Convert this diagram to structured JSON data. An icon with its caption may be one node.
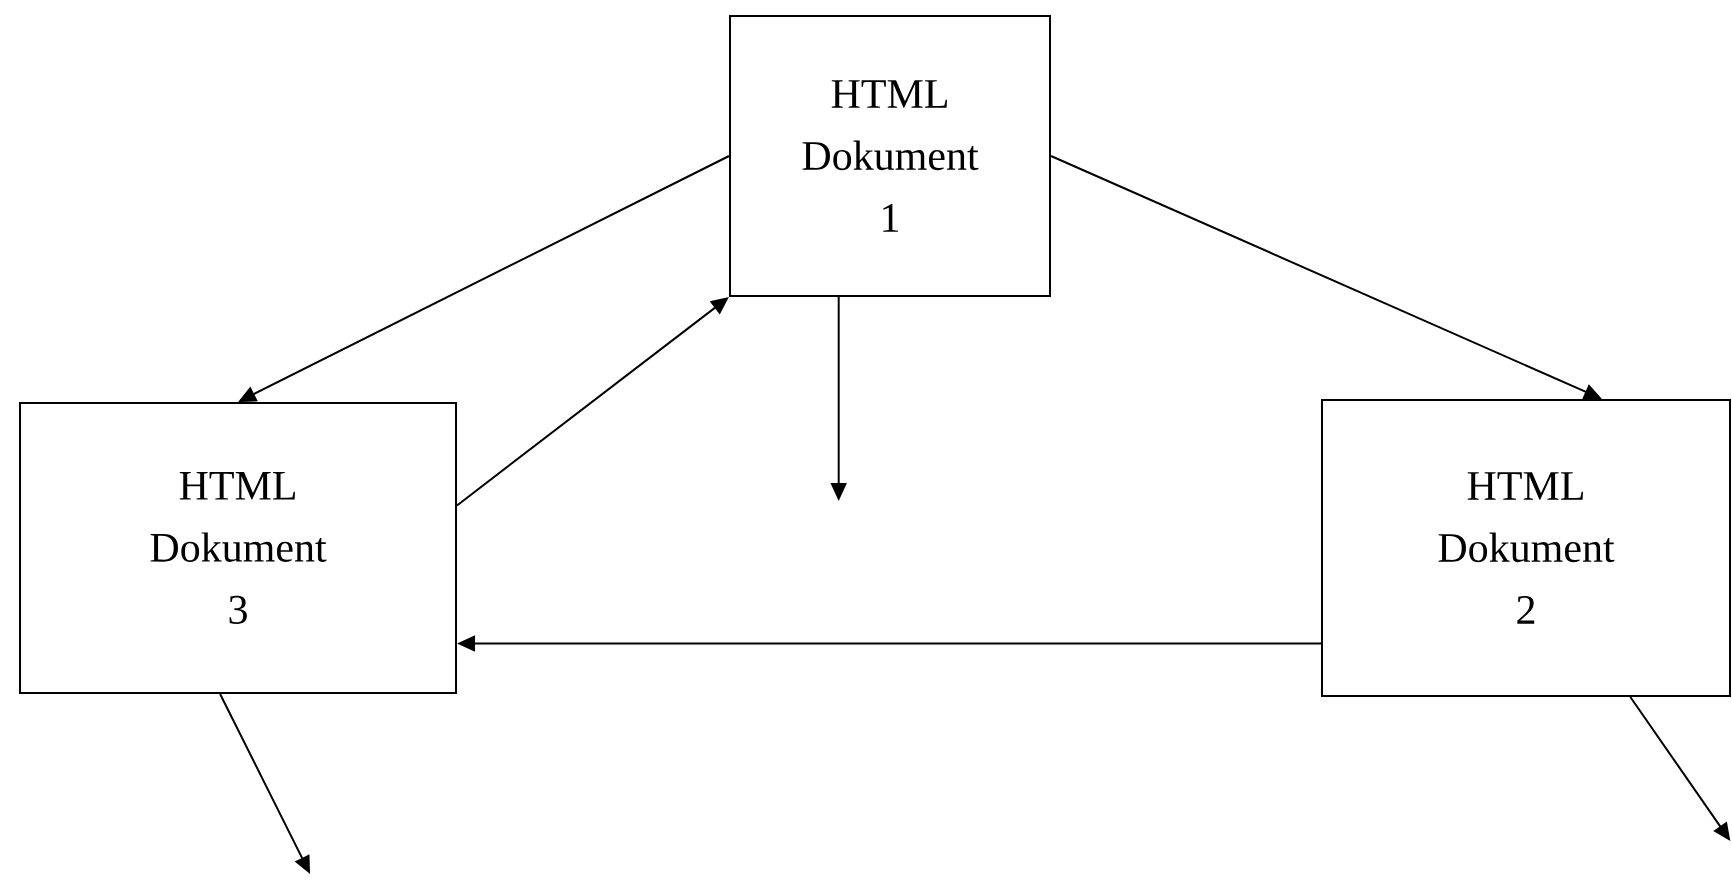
{
  "diagram": {
    "nodes": [
      {
        "text": [
          "HTML Dokument 1"
        ]
      },
      {
        "text": [
          "HTML Dokument 3"
        ]
      },
      {
        "text": [
          "HTML Dokument 2"
        ]
      }
    ],
    "edges": [
      {
        "from": 0,
        "to": 1,
        "arrow": "to"
      },
      {
        "from": 1,
        "to": 0,
        "arrow": "to"
      },
      {
        "from": 0,
        "to": null,
        "arrow": "to"
      },
      {
        "from": 0,
        "to": 2,
        "arrow": "to"
      },
      {
        "from": 2,
        "to": 1,
        "arrow": "to"
      },
      {
        "from": 1,
        "to": null,
        "arrow": "to"
      },
      {
        "from": 2,
        "to": null,
        "arrow": "to"
      }
    ]
  }
}
